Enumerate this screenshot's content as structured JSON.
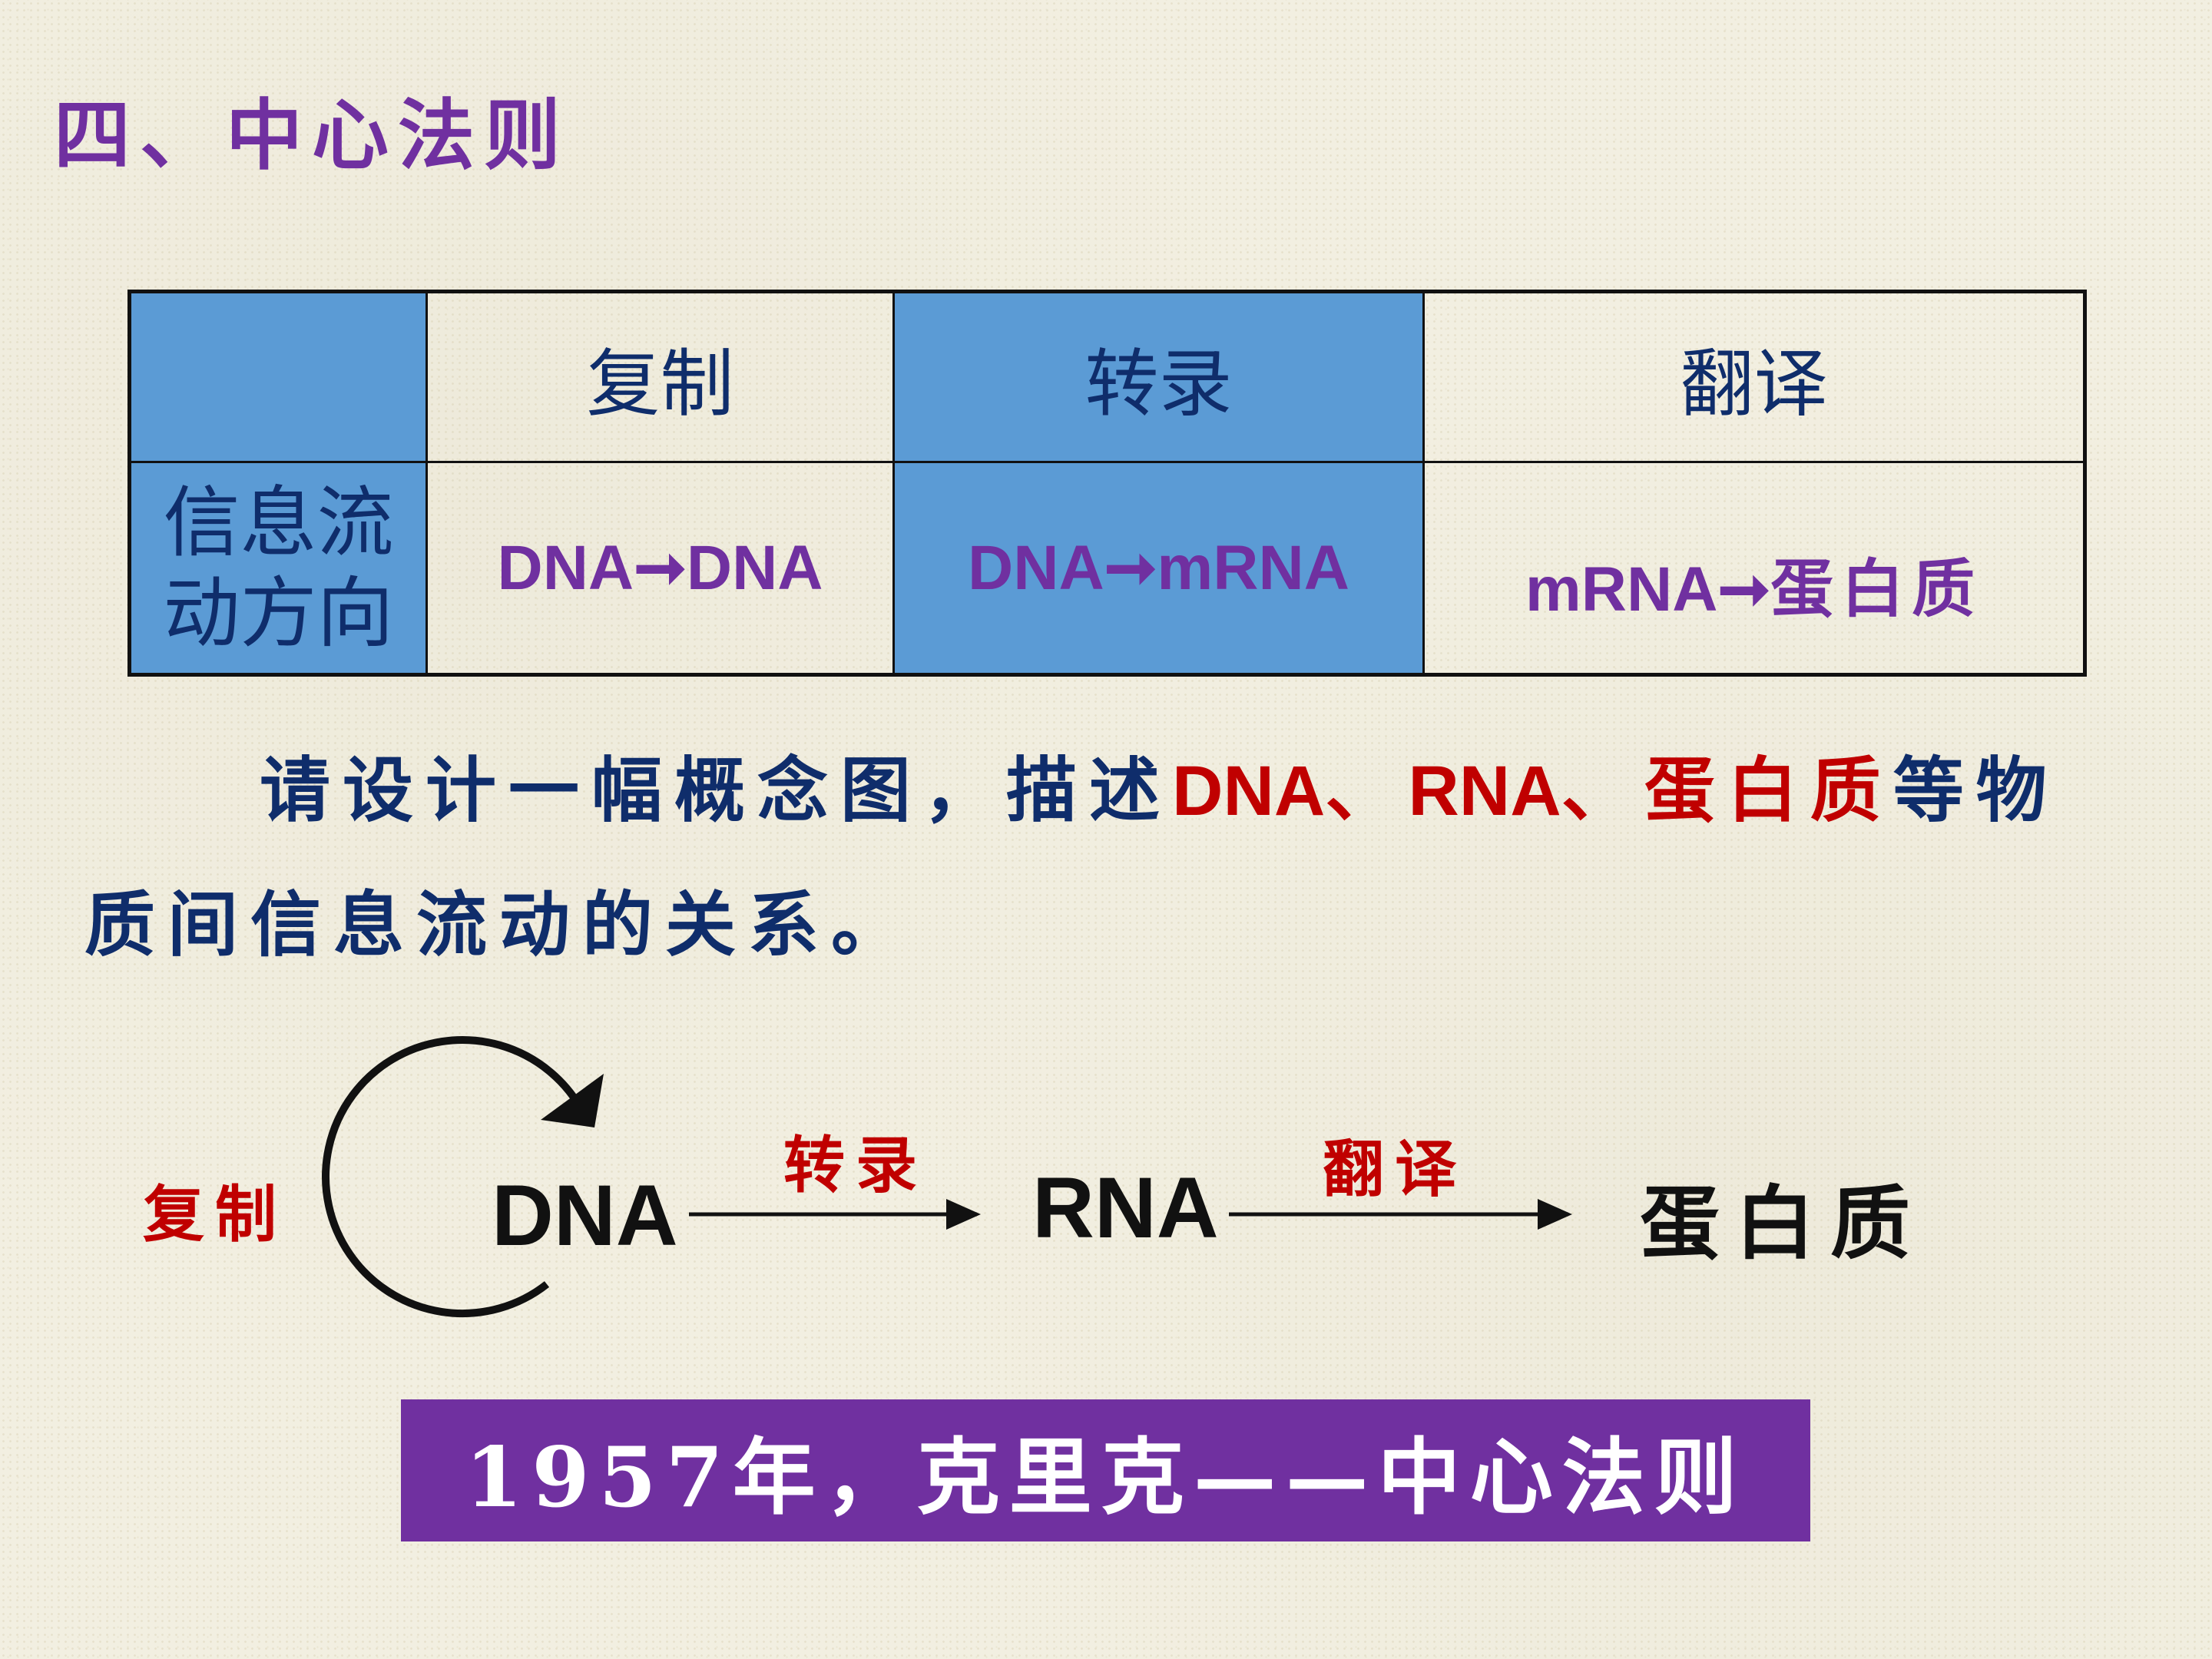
{
  "title": "四、中心法则",
  "table": {
    "headers": [
      "",
      "复制",
      "转录",
      "翻译"
    ],
    "row_label_line1": "信息流",
    "row_label_line2": "动方向",
    "flows": [
      {
        "from": "DNA",
        "arrow": "➞",
        "to": "DNA"
      },
      {
        "from": "DNA",
        "arrow": "➞",
        "to": "mRNA"
      },
      {
        "from": "mRNA",
        "arrow": "➞",
        "to": "蛋白质"
      }
    ]
  },
  "prompt": {
    "part1": "请设计一幅概念图，描述",
    "dna": "DNA",
    "sep1": "、",
    "rna": "RNA",
    "sep2": "、",
    "protein": "蛋白质",
    "part2": "等物",
    "line2": "质间信息流动的关系。"
  },
  "diagram": {
    "replication_label": "复制",
    "dna_label": "DNA",
    "transcription_label": "转录",
    "rna_label": "RNA",
    "translation_label": "翻译",
    "protein_label": "蛋白质"
  },
  "banner": "1957年，克里克——中心法则",
  "colors": {
    "purple": "#7030a0",
    "table_blue": "#5b9bd5",
    "navy_text": "#0f2d6b",
    "red": "#c00000"
  }
}
